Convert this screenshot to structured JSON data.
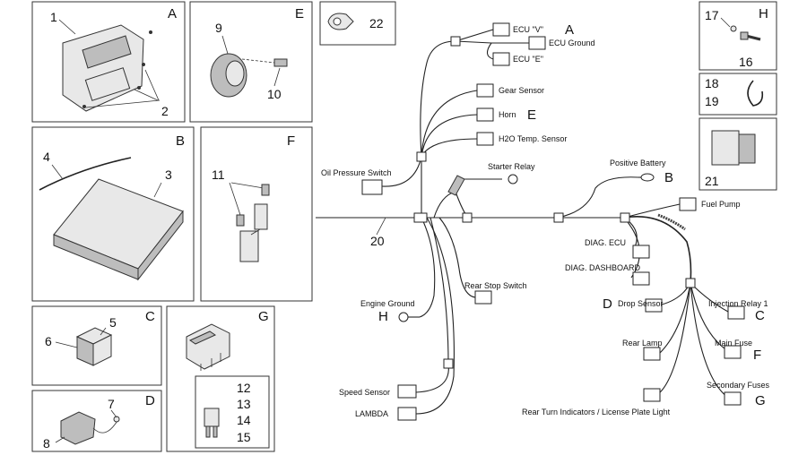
{
  "panels": {
    "A": {
      "letter": "A",
      "nums": [
        "1",
        "2"
      ]
    },
    "E": {
      "letter": "E",
      "nums": [
        "9",
        "10"
      ]
    },
    "p22": {
      "nums": [
        "22"
      ]
    },
    "H": {
      "letter": "H",
      "nums": [
        "17",
        "16"
      ]
    },
    "p1819": {
      "nums": [
        "18",
        "19"
      ]
    },
    "p21": {
      "nums": [
        "21"
      ]
    },
    "B": {
      "letter": "B",
      "nums": [
        "4",
        "3"
      ]
    },
    "F": {
      "letter": "F",
      "nums": [
        "11"
      ]
    },
    "C": {
      "letter": "C",
      "nums": [
        "5",
        "6"
      ]
    },
    "G": {
      "letter": "G",
      "nums": [
        "12",
        "13",
        "14",
        "15"
      ]
    },
    "D": {
      "letter": "D",
      "nums": [
        "7",
        "8"
      ]
    }
  },
  "harness": {
    "number": "20",
    "labels": {
      "ecu_v": "ECU \"V\"",
      "ecu_ground": "ECU Ground",
      "ecu_e": "ECU \"E\"",
      "gear_sensor": "Gear Sensor",
      "horn": "Horn",
      "h2o": "H2O Temp. Sensor",
      "oil": "Oil Pressure Switch",
      "starter": "Starter Relay",
      "positive": "Positive Battery",
      "fuel_pump": "Fuel Pump",
      "diag_ecu": "DIAG. ECU",
      "diag_dash": "DIAG. DASHBOARD",
      "rear_stop": "Rear Stop Switch",
      "engine_ground": "Engine Ground",
      "drop": "Drop Sensor",
      "injection": "Injection Relay 1",
      "rear_lamp": "Rear Lamp",
      "main_fuse": "Main Fuse",
      "secondary": "Secondary Fuses",
      "speed": "Speed Sensor",
      "lambda": "LAMBDA",
      "rear_turn": "Rear Turn Indicators / License Plate Light"
    },
    "refs": {
      "ecu": "A",
      "horn": "E",
      "positive": "B",
      "engine_ground": "H",
      "drop": "D",
      "injection": "C",
      "main_fuse": "F",
      "secondary": "G"
    }
  }
}
